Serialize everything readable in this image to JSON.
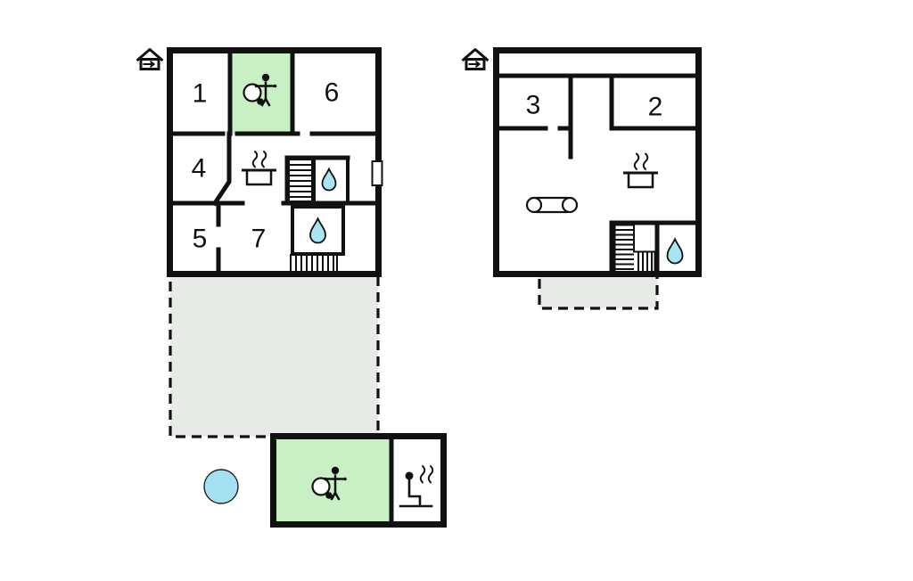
{
  "colors": {
    "background": "#ffffff",
    "wall": "#111111",
    "green_room": "#c9efc5",
    "terrace": "#e7eae6",
    "water": "#a9e4f2",
    "hot_tub": "#a3e1f0"
  },
  "ground_floor": {
    "rooms": [
      {
        "id": "room-1",
        "label": "1"
      },
      {
        "id": "room-4",
        "label": "4"
      },
      {
        "id": "room-5",
        "label": "5"
      },
      {
        "id": "room-6",
        "label": "6"
      },
      {
        "id": "room-7",
        "label": "7"
      }
    ],
    "icons": [
      "entrance-icon",
      "shower-icon",
      "stove-icon",
      "stairs-icon",
      "water-drop-icon",
      "water-drop-icon",
      "stairs-icon",
      "door-opening"
    ]
  },
  "first_floor": {
    "rooms": [
      {
        "id": "room-3",
        "label": "3"
      },
      {
        "id": "room-2",
        "label": "2"
      }
    ],
    "icons": [
      "entrance-icon",
      "sofa-icon",
      "stove-icon",
      "stairs-icon",
      "water-drop-icon"
    ]
  },
  "outbuilding": {
    "icons": [
      "shower-icon",
      "sauna-icon"
    ]
  },
  "outdoor": {
    "features": [
      "terrace",
      "hot-tub",
      "balcony"
    ]
  }
}
